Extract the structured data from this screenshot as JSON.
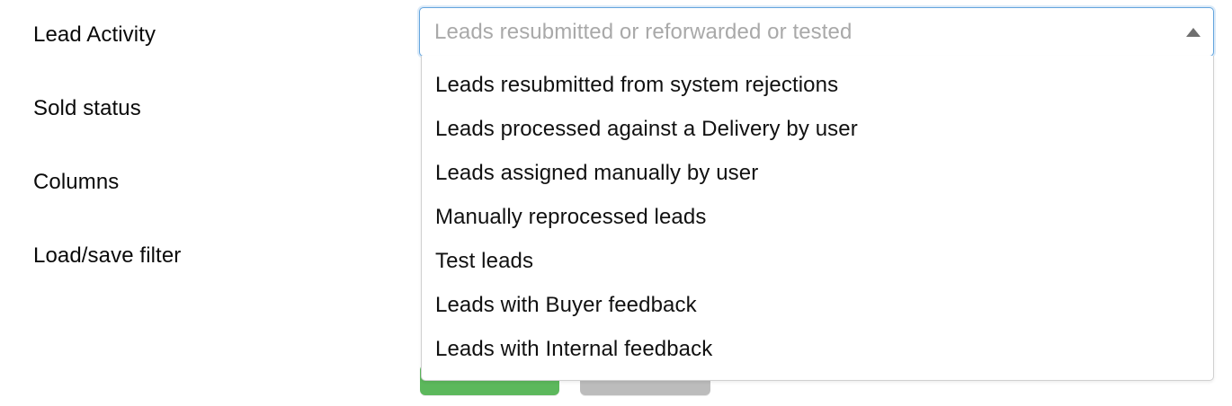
{
  "form": {
    "labels": [
      {
        "text": "Lead Activity"
      },
      {
        "text": "Sold status"
      },
      {
        "text": "Columns"
      },
      {
        "text": "Load/save filter"
      }
    ]
  },
  "lead_activity_combobox": {
    "name": "Lead Activity",
    "value": "",
    "placeholder": "Leads resubmitted or reforwarded or tested",
    "expanded": true,
    "caret_icon": "caret-up-icon",
    "caret_color": "#6f6f6f",
    "focus_border_color": "#64a5dd",
    "options": [
      {
        "label": "Leads resubmitted from system rejections"
      },
      {
        "label": "Leads processed against a Delivery by user"
      },
      {
        "label": "Leads assigned manually by user"
      },
      {
        "label": "Manually reprocessed leads"
      },
      {
        "label": "Test leads"
      },
      {
        "label": "Leads with Buyer feedback"
      },
      {
        "label": "Leads with Internal feedback"
      }
    ]
  },
  "actions": {
    "primary": {
      "label": "",
      "color": "#5cb85c"
    },
    "secondary": {
      "label": "",
      "color": "#bcbcbc"
    }
  }
}
